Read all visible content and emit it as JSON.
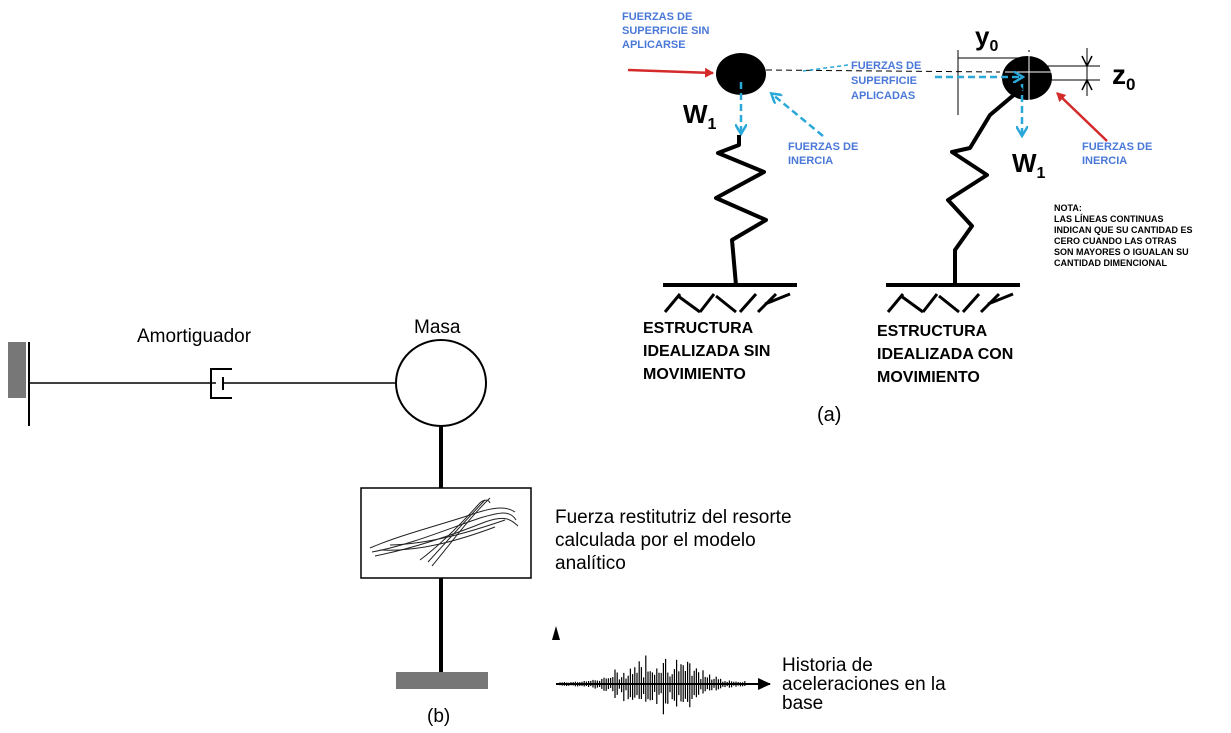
{
  "part_a": {
    "left_structure": {
      "label_surface_forces": [
        "FUERZAS DE",
        "SUPERFICIE SIN",
        "APLICARSE"
      ],
      "label_inertia": [
        "FUERZAS DE",
        "INERCIA"
      ],
      "weight_symbol": "W",
      "weight_subscript": "1",
      "caption": [
        "ESTRUCTURA",
        "IDEALIZADA SIN",
        "MOVIMIENTO"
      ]
    },
    "middle_label": [
      "FUERZAS DE",
      "SUPERFICIE",
      "APLICADAS"
    ],
    "right_structure": {
      "y_symbol": "y",
      "y_subscript": "0",
      "z_symbol": "z",
      "z_subscript": "0",
      "weight_symbol": "W",
      "weight_subscript": "1",
      "label_inertia": [
        "FUERZAS DE",
        "INERCIA"
      ],
      "caption": [
        "ESTRUCTURA",
        "IDEALIZADA CON",
        "MOVIMIENTO"
      ]
    },
    "note": [
      "NOTA:",
      "LAS LÍNEAS CONTINUAS",
      "INDICAN QUE SU CANTIDAD ES",
      "CERO CUANDO LAS OTRAS",
      "SON MAYORES O IGUALAN SU",
      "CANTIDAD DIMENCIONAL"
    ],
    "panel_label": "(a)"
  },
  "part_b": {
    "damper_label": "Amortiguador",
    "mass_label": "Masa",
    "spring_force_label": [
      "Fuerza restitutriz del resorte",
      "calculada por el modelo",
      "analítico"
    ],
    "acceleration_label": [
      "Historia de",
      "aceleraciones en la",
      "base"
    ],
    "panel_label": "(b)"
  },
  "colors": {
    "red_arrow": "#d42a2a",
    "blue_label": "#4a78d8",
    "cyan_arrow": "#2aa8d8",
    "ground_block": "#777777"
  }
}
